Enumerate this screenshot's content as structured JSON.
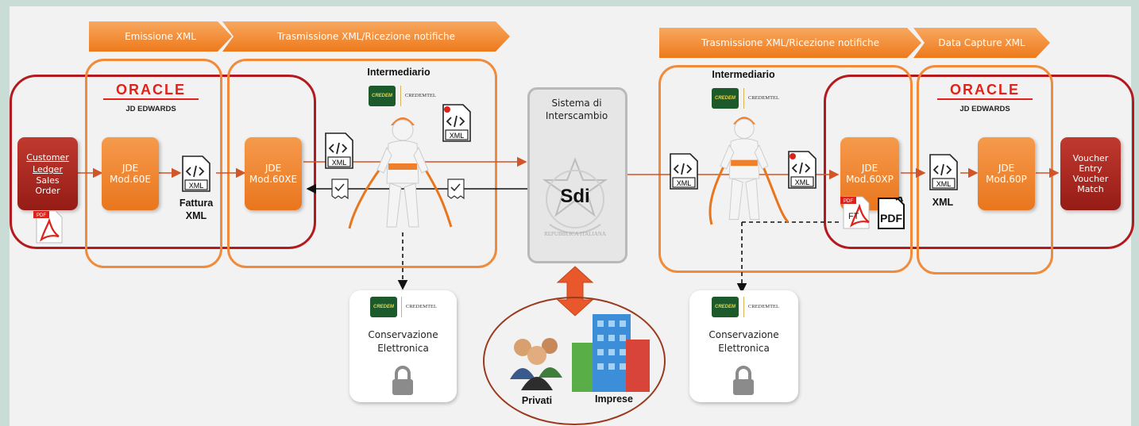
{
  "phases": {
    "emissione": "Emissione XML",
    "trasmissione_left": "Trasmissione XML/Ricezione notifiche",
    "trasmissione_right": "Trasmissione XML/Ricezione notifiche",
    "data_capture": "Data Capture XML"
  },
  "oracle": {
    "brand": "ORACLE",
    "product": "JD EDWARDS"
  },
  "customer_tile": {
    "link_text": "Customer Ledger",
    "line2": "Sales",
    "line3": "Order"
  },
  "left_jde1": {
    "line1": "JDE",
    "line2": "Mod.60E"
  },
  "fattura_label": {
    "line1": "Fattura",
    "line2": "XML"
  },
  "left_jde2": {
    "line1": "JDE",
    "line2": "Mod.60XE"
  },
  "intermediario": "Intermediario",
  "credem": {
    "logo": "CREDEM",
    "name": "CREDEMTEL"
  },
  "sdi": {
    "title_line1": "Sistema di",
    "title_line2": "Interscambio",
    "emblem": "Sdi",
    "seal_text": "REPUBBLICA ITALIANA"
  },
  "right_jde1": {
    "line1": "JDE",
    "line2": "Mod.60XP"
  },
  "right_jde2": {
    "line1": "JDE",
    "line2": "Mod.60P"
  },
  "voucher_tile": {
    "line1": "Voucher",
    "line2": "Entry",
    "line3": "Voucher",
    "line4": "Match"
  },
  "xml_label": "XML",
  "xml_icon_text": "XML",
  "pdf_text": "PDF",
  "ft_text": "FT",
  "conservazione": {
    "line1": "Conservazione",
    "line2": "Elettronica"
  },
  "people": {
    "privati": "Privati",
    "imprese": "Imprese"
  },
  "colors": {
    "orange": "#ee7a1c",
    "dark_red": "#b3191e",
    "credem_green": "#1d5a2b"
  }
}
